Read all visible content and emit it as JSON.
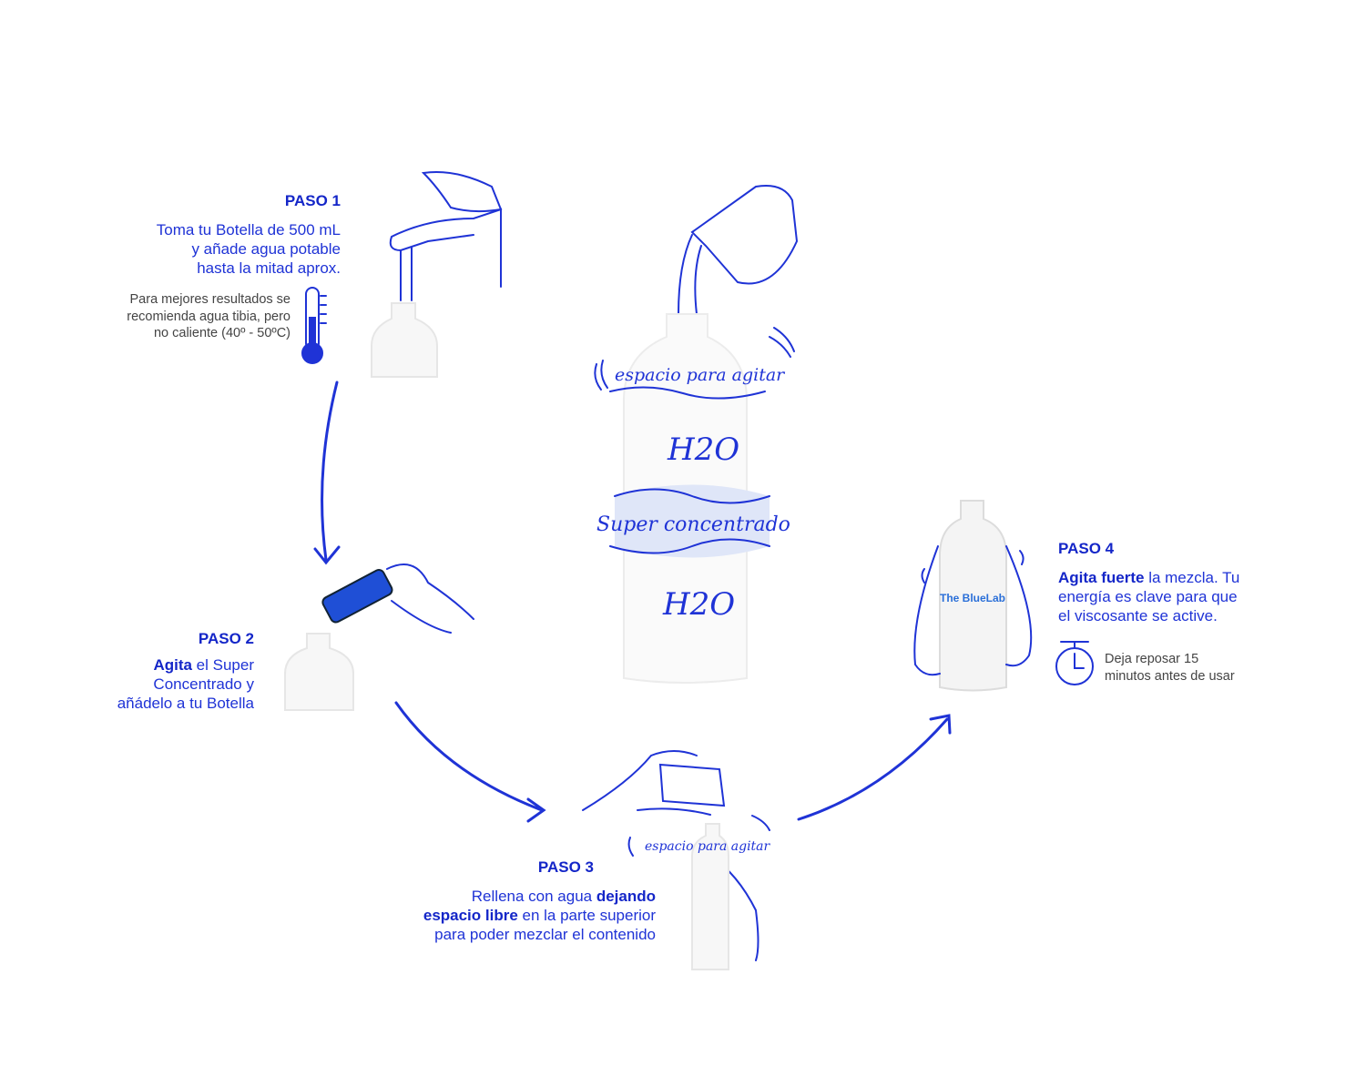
{
  "steps": [
    {
      "title": "PASO 1",
      "text_lines": [
        "Toma tu Botella de 500 mL",
        "y añade agua potable",
        "hasta la mitad aprox."
      ],
      "note_lines": [
        "Para mejores resultados se",
        "recomienda agua tibia, pero",
        "no caliente (40º - 50ºC)"
      ],
      "icon": "thermometer-icon"
    },
    {
      "title": "PASO 2",
      "bold": "Agita",
      "text_a": " el Super",
      "text_lines": [
        "Concentrado y",
        "añádelo a tu Botella"
      ]
    },
    {
      "title": "PASO 3",
      "text_a": "Rellena con agua ",
      "bold_a": "dejando",
      "bold_b": "espacio libre",
      "text_b": " en la parte superior",
      "text_c": "para poder mezclar el contenido"
    },
    {
      "title": "PASO 4",
      "bold": "Agita fuerte",
      "text_a": " la mezcla. Tu",
      "text_lines": [
        "energía es clave para que",
        "el viscosante se active."
      ],
      "note_lines": [
        "Deja reposar 15",
        "minutos antes de usar"
      ],
      "icon": "stopwatch-icon"
    }
  ],
  "bottle": {
    "shake_space": "espacio para agitar",
    "water": "H2O",
    "concentrate": "Super concentrado",
    "brand": "The BlueLab"
  },
  "colors": {
    "accent": "#1f33d6",
    "note": "#444444",
    "band": "#dfe6f8"
  }
}
